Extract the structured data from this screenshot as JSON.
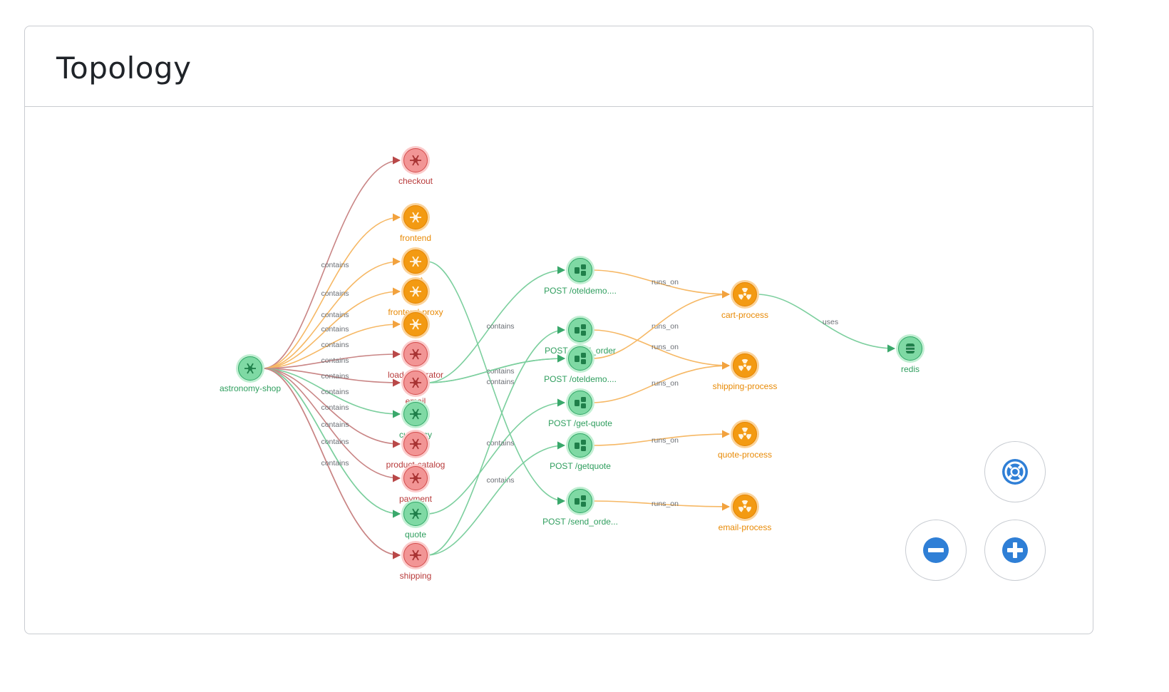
{
  "panel": {
    "title": "Topology"
  },
  "colors": {
    "healthy": "#2fa866",
    "warning": "#f28c00",
    "critical": "#d44a4a",
    "control_blue": "#2f7fd6"
  },
  "controls": {
    "fit_icon": "lifebuoy-icon",
    "zoom_out_icon": "minus-circle-icon",
    "zoom_in_icon": "plus-circle-icon"
  },
  "graph": {
    "nodes": [
      {
        "id": "shop",
        "label": "astronomy-shop",
        "status": "healthy",
        "icon": "hexagon"
      },
      {
        "id": "checkout",
        "label": "checkout",
        "status": "critical",
        "icon": "pod"
      },
      {
        "id": "frontend",
        "label": "frontend",
        "status": "warning",
        "icon": "pod"
      },
      {
        "id": "cart",
        "label": "cart",
        "status": "warning",
        "icon": "pod"
      },
      {
        "id": "fproxy",
        "label": "frontend-proxy",
        "status": "warning",
        "icon": "pod"
      },
      {
        "id": "ad",
        "label": "ad",
        "status": "warning",
        "icon": "pod"
      },
      {
        "id": "loadgen",
        "label": "load-generator",
        "status": "critical",
        "icon": "pod"
      },
      {
        "id": "email",
        "label": "email",
        "status": "critical",
        "icon": "pod"
      },
      {
        "id": "currency",
        "label": "currency",
        "status": "healthy",
        "icon": "pod"
      },
      {
        "id": "catalog",
        "label": "product-catalog",
        "status": "critical",
        "icon": "pod"
      },
      {
        "id": "payment",
        "label": "payment",
        "status": "critical",
        "icon": "pod"
      },
      {
        "id": "quote",
        "label": "quote",
        "status": "healthy",
        "icon": "pod"
      },
      {
        "id": "shipping",
        "label": "shipping",
        "status": "critical",
        "icon": "pod"
      },
      {
        "id": "ep1",
        "label": "POST /oteldemo....",
        "status": "healthy",
        "icon": "endpoint"
      },
      {
        "id": "ep2",
        "label": "POST /send_order",
        "status": "healthy",
        "icon": "endpoint"
      },
      {
        "id": "ep3",
        "label": "POST /oteldemo....",
        "status": "healthy",
        "icon": "endpoint"
      },
      {
        "id": "ep4",
        "label": "POST /get-quote",
        "status": "healthy",
        "icon": "endpoint"
      },
      {
        "id": "ep5",
        "label": "POST /getquote",
        "status": "healthy",
        "icon": "endpoint"
      },
      {
        "id": "ep6",
        "label": "POST /send_orde...",
        "status": "healthy",
        "icon": "endpoint"
      },
      {
        "id": "cartp",
        "label": "cart-process",
        "status": "warning",
        "icon": "process"
      },
      {
        "id": "shipp",
        "label": "shipping-process",
        "status": "warning",
        "icon": "process"
      },
      {
        "id": "quotep",
        "label": "quote-process",
        "status": "warning",
        "icon": "process"
      },
      {
        "id": "emailp",
        "label": "email-process",
        "status": "warning",
        "icon": "process"
      },
      {
        "id": "redis",
        "label": "redis",
        "status": "healthy",
        "icon": "database"
      }
    ],
    "edges": [
      {
        "from": "shop",
        "to": "checkout",
        "label": ""
      },
      {
        "from": "shop",
        "to": "frontend",
        "label": ""
      },
      {
        "from": "shop",
        "to": "cart",
        "label": "contains"
      },
      {
        "from": "shop",
        "to": "fproxy",
        "label": "contains"
      },
      {
        "from": "shop",
        "to": "ad",
        "label": "contains"
      },
      {
        "from": "shop",
        "to": "loadgen",
        "label": "contains"
      },
      {
        "from": "shop",
        "to": "email",
        "label": "contains"
      },
      {
        "from": "shop",
        "to": "currency",
        "label": "contains"
      },
      {
        "from": "shop",
        "to": "catalog",
        "label": "contains"
      },
      {
        "from": "shop",
        "to": "payment",
        "label": "contains"
      },
      {
        "from": "shop",
        "to": "quote",
        "label": "contains"
      },
      {
        "from": "shop",
        "to": "shipping",
        "label": "contains"
      },
      {
        "from": "shop",
        "to": "quote",
        "label": "contains"
      },
      {
        "from": "shop",
        "to": "shipping",
        "label": "contains"
      },
      {
        "from": "cart",
        "to": "ep6",
        "label": ""
      },
      {
        "from": "email",
        "to": "ep1",
        "label": "contains"
      },
      {
        "from": "email",
        "to": "ep3",
        "label": "contains"
      },
      {
        "from": "email",
        "to": "ep3",
        "label": "contains"
      },
      {
        "from": "quote",
        "to": "ep4",
        "label": "contains"
      },
      {
        "from": "shipping",
        "to": "ep2",
        "label": "contains"
      },
      {
        "from": "shipping",
        "to": "ep5",
        "label": ""
      },
      {
        "from": "ep1",
        "to": "cartp",
        "label": "runs_on"
      },
      {
        "from": "ep2",
        "to": "shipp",
        "label": "runs_on"
      },
      {
        "from": "ep3",
        "to": "cartp",
        "label": "runs_on"
      },
      {
        "from": "ep4",
        "to": "shipp",
        "label": "runs_on"
      },
      {
        "from": "ep5",
        "to": "quotep",
        "label": "runs_on"
      },
      {
        "from": "ep6",
        "to": "emailp",
        "label": "runs_on"
      },
      {
        "from": "cartp",
        "to": "redis",
        "label": "uses"
      }
    ]
  }
}
